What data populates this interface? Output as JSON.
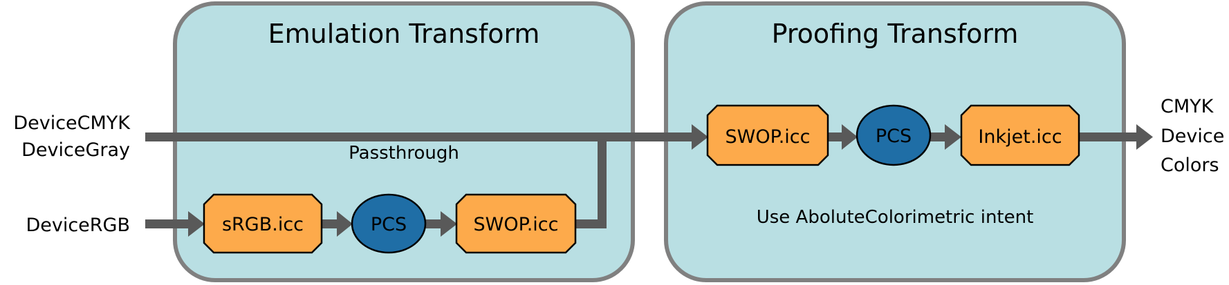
{
  "colors": {
    "panel_fill": "#b9dfe3",
    "panel_border": "#808080",
    "connector": "#595959",
    "profile_fill": "#fdaa4b",
    "pcs_fill": "#1f6ea6",
    "outline": "#000000"
  },
  "inputs": {
    "cmyk_gray": [
      "DeviceCMYK",
      "DeviceGray"
    ],
    "rgb": "DeviceRGB"
  },
  "emulation": {
    "title": "Emulation Transform",
    "passthrough_label": "Passthrough",
    "nodes": [
      {
        "label": "sRGB.icc",
        "kind": "profile"
      },
      {
        "label": "PCS",
        "kind": "pcs"
      },
      {
        "label": "SWOP.icc",
        "kind": "profile"
      }
    ]
  },
  "proofing": {
    "title": "Proofing Transform",
    "note": "Use AboluteColorimetric intent",
    "nodes": [
      {
        "label": "SWOP.icc",
        "kind": "profile"
      },
      {
        "label": "PCS",
        "kind": "pcs"
      },
      {
        "label": "Inkjet.icc",
        "kind": "profile"
      }
    ]
  },
  "output": {
    "lines": [
      "CMYK",
      "Device",
      "Colors"
    ]
  }
}
